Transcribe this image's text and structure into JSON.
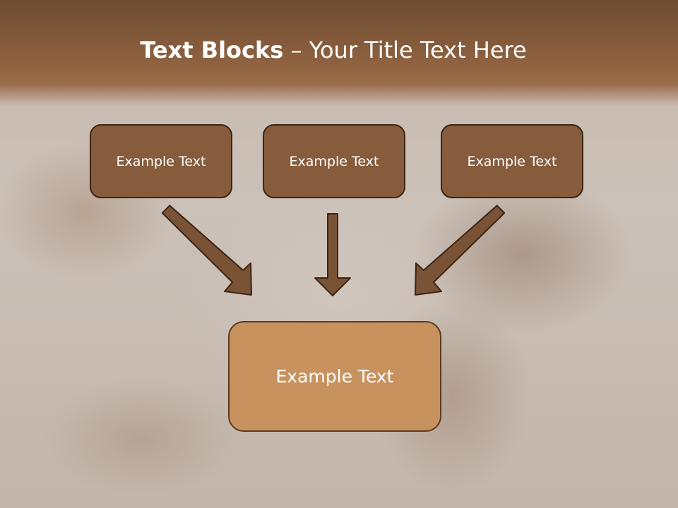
{
  "slide": {
    "title_bold": "Text Blocks",
    "title_dash": " – ",
    "title_rest": "Your Title Text Here"
  },
  "diagram": {
    "top_boxes": [
      {
        "label": "Example Text"
      },
      {
        "label": "Example Text"
      },
      {
        "label": "Example Text"
      }
    ],
    "bottom_box": {
      "label": "Example Text"
    }
  },
  "colors": {
    "header": "#8c603f",
    "top_box_fill": "#865c3c",
    "bottom_box_fill": "#c8925f",
    "arrow_fill": "#7a5236",
    "arrow_stroke": "#3c2515"
  },
  "icons": {
    "arrows": [
      "down-right-arrow-icon",
      "down-arrow-icon",
      "down-left-arrow-icon"
    ]
  }
}
